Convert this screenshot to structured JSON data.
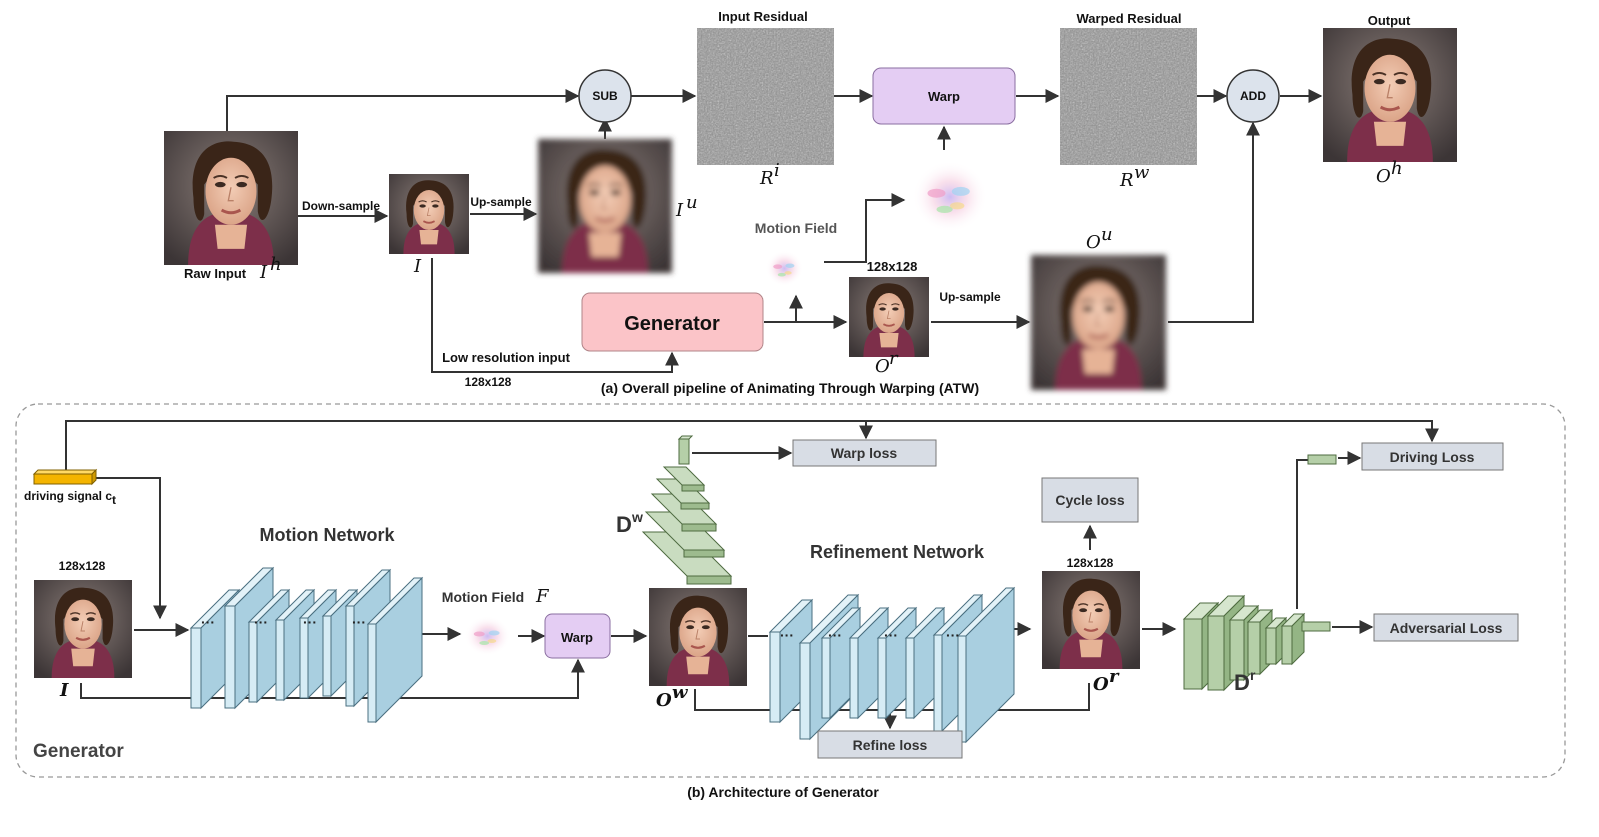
{
  "pipeline": {
    "input_residual": "Input Residual",
    "warped_residual": "Warped Residual",
    "output": "Output",
    "sub": "SUB",
    "add": "ADD",
    "warp": "Warp",
    "raw_input": "Raw Input",
    "raw_input_sym": "I",
    "raw_input_sup": "h",
    "down_sample": "Down-sample",
    "up_sample_1": "Up-sample",
    "up_sample_2": "Up-sample",
    "motion_field": "Motion Field",
    "res_128_a": "128x128",
    "res_128_b": "128x128",
    "generator": "Generator",
    "low_res_input": "Low resolution input",
    "sym_I": "I",
    "sym_Iu": "I",
    "sym_Iu_sup": "u",
    "sym_Ri": "R",
    "sym_Ri_sup": "i",
    "sym_Rw": "R",
    "sym_Rw_sup": "w",
    "sym_Oh": "O",
    "sym_Oh_sup": "h",
    "sym_Ou": "O",
    "sym_Ou_sup": "u",
    "sym_Or": "O",
    "sym_Or_sup": "r",
    "caption_a": "(a) Overall pipeline of Animating Through Warping (ATW)"
  },
  "architecture": {
    "driving_signal": "driving signal c",
    "driving_signal_sub": "t",
    "res_128_in": "128x128",
    "res_128_out": "128x128",
    "motion_network": "Motion Network",
    "motion_field": "Motion Field",
    "motion_field_sym": "F",
    "warp": "Warp",
    "warp_loss": "Warp loss",
    "cycle_loss": "Cycle loss",
    "driving_loss": "Driving Loss",
    "adversarial_loss": "Adversarial Loss",
    "refine_loss": "Refine loss",
    "refinement_network": "Refinement Network",
    "dw": "D",
    "dw_sup": "w",
    "dr": "D",
    "dr_sup": "r",
    "sym_I": "I",
    "sym_Ow": "O",
    "sym_Ow_sup": "w",
    "sym_Or": "O",
    "sym_Or_sup": "r",
    "generator_label": "Generator",
    "dots": "···",
    "caption_b": "(b) Architecture of Generator"
  },
  "colors": {
    "warp_fill": "#e4cdf3",
    "generator_fill": "#fbc4c8",
    "layer_front": "#a9cfe0",
    "layer_side": "#d6ecf5",
    "disc_fill": "#b5cfa8",
    "loss_fill": "#d8dde5",
    "driving_fill": "#f4b400"
  }
}
